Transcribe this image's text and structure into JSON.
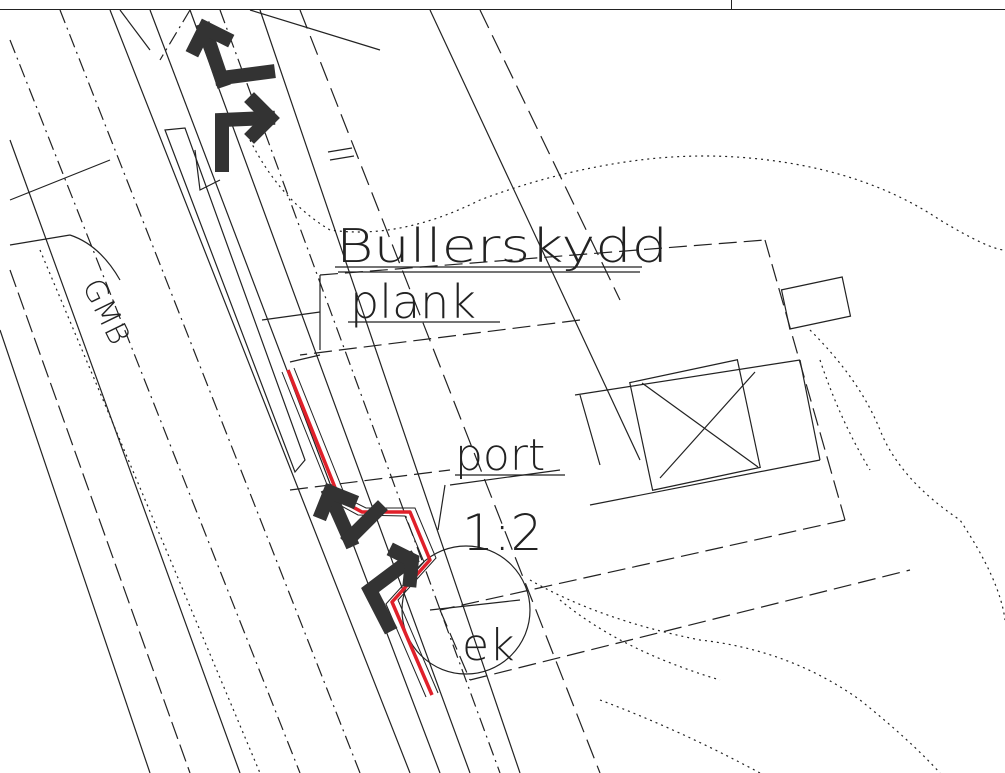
{
  "labels": {
    "noise_barrier_line1": "Bullerskydd",
    "noise_barrier_line2": "plank",
    "gate": "port",
    "scale": "1:2",
    "oak": "ek",
    "road": "GMB"
  },
  "colors": {
    "linework": "#222222",
    "barrier_highlight": "#e0202a",
    "arrow": "#333333",
    "background": "#ffffff"
  },
  "icons": [
    "arrow-up-right-icon",
    "arrow-up-icon",
    "tree-circle-icon",
    "building-cross-icon"
  ]
}
